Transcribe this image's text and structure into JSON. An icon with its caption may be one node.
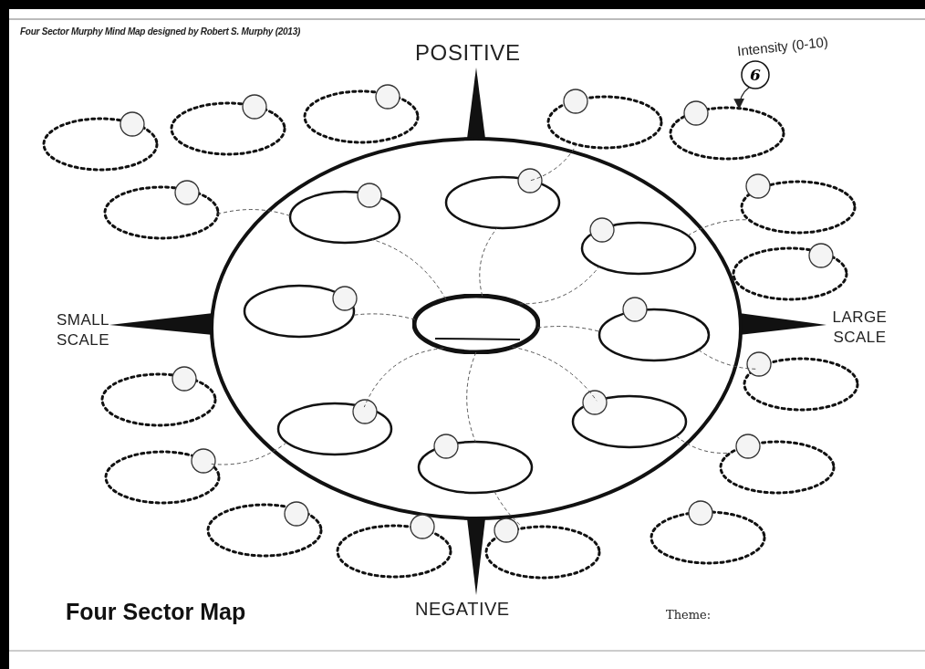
{
  "diagram": {
    "title": "Four Sector Map",
    "nodes": [
      {
        "text": [],
        "shape": "ellipse"
      },
      {
        "text": [],
        "shape": "ellipse",
        "in": 0
      },
      {
        "text": [],
        "shape": "ellipse",
        "in": 0
      },
      {
        "text": [],
        "shape": "ellipse",
        "in": 0
      },
      {
        "text": [],
        "shape": "ellipse",
        "in": 0
      },
      {
        "text": [],
        "shape": "ellipse",
        "in": 0
      },
      {
        "text": [],
        "shape": "ellipse",
        "in": 0
      },
      {
        "text": [],
        "shape": "ellipse",
        "in": 0
      },
      {
        "text": [],
        "shape": "ellipse",
        "in": 0
      },
      {
        "text": [],
        "shape": "ellipse",
        "in": 0
      },
      {
        "text": [],
        "shape": "ellipse"
      },
      {
        "text": [],
        "shape": "ellipse"
      },
      {
        "text": [],
        "shape": "ellipse"
      },
      {
        "text": [],
        "shape": "ellipse"
      },
      {
        "text": [],
        "shape": "ellipse"
      },
      {
        "text": [],
        "shape": "ellipse"
      },
      {
        "text": [],
        "shape": "ellipse"
      },
      {
        "text": [],
        "shape": "ellipse"
      },
      {
        "text": [],
        "shape": "ellipse"
      },
      {
        "text": [],
        "shape": "ellipse"
      },
      {
        "text": [],
        "shape": "ellipse"
      },
      {
        "text": [],
        "shape": "ellipse"
      },
      {
        "text": [],
        "shape": "ellipse"
      },
      {
        "text": [],
        "shape": "ellipse"
      },
      {
        "text": [],
        "shape": "ellipse"
      },
      {
        "text": [],
        "shape": "ellipse"
      },
      {
        "text": [
          "6"
        ],
        "beside": [
          "Intensity (0-10)"
        ]
      }
    ],
    "edges": [
      {
        "from": 1,
        "to": 2,
        "arrow": "none",
        "style": "dashed"
      },
      {
        "from": 1,
        "to": 3,
        "arrow": "none",
        "style": "dashed"
      },
      {
        "from": 1,
        "to": 4,
        "arrow": "none",
        "style": "dashed"
      },
      {
        "from": 1,
        "to": 5,
        "arrow": "none",
        "style": "dashed"
      },
      {
        "from": 1,
        "to": 6,
        "arrow": "none",
        "style": "dashed"
      },
      {
        "from": 1,
        "to": 7,
        "arrow": "none",
        "style": "dashed"
      },
      {
        "from": 1,
        "to": 8,
        "arrow": "none",
        "style": "dashed"
      },
      {
        "from": 1,
        "to": 9,
        "arrow": "none",
        "style": "dashed"
      },
      {
        "from": 2,
        "to": 15,
        "arrow": "none",
        "style": "dashed"
      },
      {
        "from": 3,
        "to": 13,
        "arrow": "none",
        "style": "dashed"
      },
      {
        "from": 4,
        "to": 16,
        "arrow": "none",
        "style": "dashed"
      },
      {
        "from": 6,
        "to": 19,
        "arrow": "none",
        "style": "dashed"
      },
      {
        "from": 7,
        "to": 20,
        "arrow": "none",
        "style": "dashed"
      },
      {
        "from": 8,
        "to": 21,
        "arrow": "none",
        "style": "dashed"
      },
      {
        "from": 9,
        "to": 24,
        "arrow": "none",
        "style": "dashed"
      },
      {
        "from": 26,
        "to": 14,
        "arrow": "to"
      }
    ],
    "labels": [
      "Four Sector Murphy Mind Map designed by Robert S. Murphy (2013)",
      "POSITIVE",
      "SMALL SCALE",
      "LARGE SCALE",
      "NEGATIVE",
      "Theme:"
    ]
  }
}
